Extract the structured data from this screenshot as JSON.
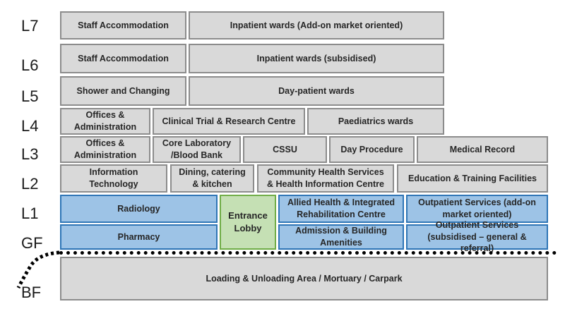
{
  "levels": {
    "L7": "L7",
    "L6": "L6",
    "L5": "L5",
    "L4": "L4",
    "L3": "L3",
    "L2": "L2",
    "L1": "L1",
    "GF": "GF",
    "BF": "BF"
  },
  "floors": {
    "L7": {
      "a": "Staff Accommodation",
      "b": "Inpatient wards (Add-on market oriented)"
    },
    "L6": {
      "a": "Staff Accommodation",
      "b": "Inpatient wards (subsidised)"
    },
    "L5": {
      "a": "Shower and Changing",
      "b": "Day-patient wards"
    },
    "L4": {
      "a1": "Offices &",
      "a2": "Administration",
      "b": "Clinical Trial & Research Centre",
      "c": "Paediatrics wards"
    },
    "L3": {
      "a1": "Offices &",
      "a2": "Administration",
      "b1": "Core Laboratory",
      "b2": "/Blood Bank",
      "c": "CSSU",
      "d": "Day Procedure",
      "e": "Medical Record"
    },
    "L2": {
      "a1": "Information",
      "a2": "Technology",
      "b1": "Dining, catering",
      "b2": "& kitchen",
      "c1": "Community Health Services",
      "c2": "& Health Information Centre",
      "d": "Education & Training Facilities"
    },
    "L1": {
      "a": "Radiology",
      "b1": "Allied Health & Integrated",
      "b2": "Rehabilitation Centre",
      "c1": "Outpatient Services (add-on",
      "c2": "market oriented)"
    },
    "shared": {
      "lobby1": "Entrance",
      "lobby2": "Lobby"
    },
    "GF": {
      "a": "Pharmacy",
      "b1": "Admission & Building",
      "b2": "Amenities",
      "c1": "Outpatient Services",
      "c2": "(subsidised – general & referral)"
    },
    "BF": {
      "a": "Loading & Unloading Area / Mortuary / Carpark"
    }
  },
  "colors": {
    "grey": "#d9d9d9",
    "blue": "#9dc3e6",
    "green": "#c5e0b4"
  }
}
